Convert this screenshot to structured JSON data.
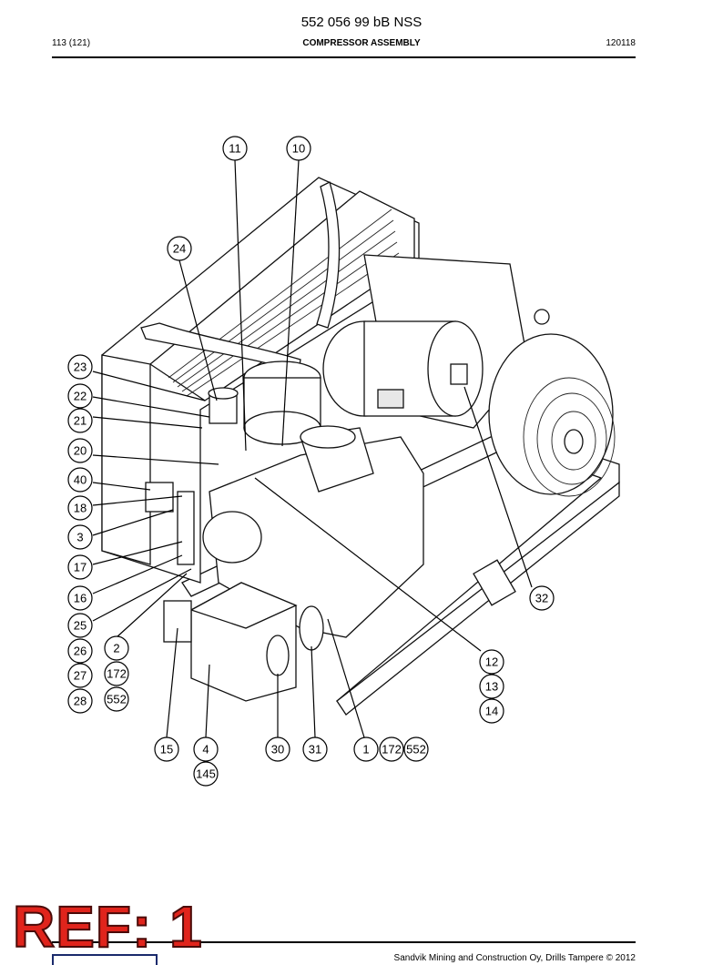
{
  "header": {
    "doc_number": "552 056 99 bB NSS",
    "page_count": "113 (121)",
    "section_title": "COMPRESSOR ASSEMBLY",
    "date_code": "120118"
  },
  "stamp": {
    "text": "REF: 1",
    "color": "#e0241c"
  },
  "footer": {
    "copyright": "Sandvik Mining and Construction Oy, Drills Tampere © 2012"
  },
  "callouts": [
    {
      "id": "11"
    },
    {
      "id": "10"
    },
    {
      "id": "24"
    },
    {
      "id": "23"
    },
    {
      "id": "22"
    },
    {
      "id": "21"
    },
    {
      "id": "20"
    },
    {
      "id": "40"
    },
    {
      "id": "18"
    },
    {
      "id": "3"
    },
    {
      "id": "17"
    },
    {
      "id": "16"
    },
    {
      "id": "25"
    },
    {
      "id": "26"
    },
    {
      "id": "27"
    },
    {
      "id": "28"
    },
    {
      "id": "2"
    },
    {
      "id": "172"
    },
    {
      "id": "552"
    },
    {
      "id": "32"
    },
    {
      "id": "12"
    },
    {
      "id": "13"
    },
    {
      "id": "14"
    },
    {
      "id": "15"
    },
    {
      "id": "4"
    },
    {
      "id": "145"
    },
    {
      "id": "30"
    },
    {
      "id": "31"
    },
    {
      "id": "1"
    },
    {
      "id": "172"
    },
    {
      "id": "552"
    }
  ]
}
